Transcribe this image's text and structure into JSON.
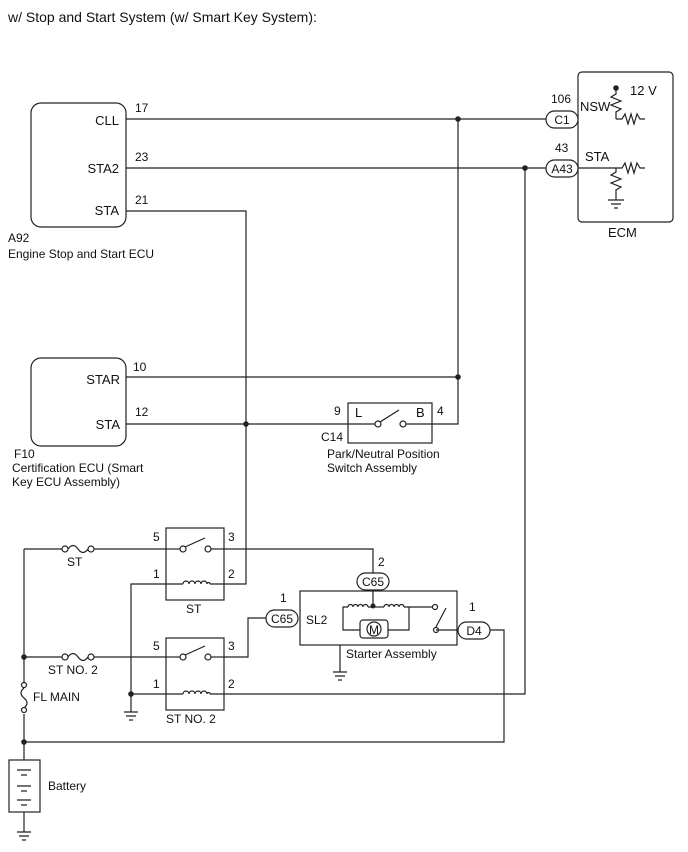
{
  "title": "w/ Stop and Start System (w/ Smart Key System):",
  "components": {
    "a92": {
      "code": "A92",
      "name": "Engine Stop and Start ECU",
      "pins": [
        {
          "label": "CLL",
          "num": "17"
        },
        {
          "label": "STA2",
          "num": "23"
        },
        {
          "label": "STA",
          "num": "21"
        }
      ]
    },
    "ecm": {
      "name": "ECM",
      "supply": "12 V",
      "pins": [
        {
          "label": "NSW",
          "num": "106",
          "connector": "C1"
        },
        {
          "label": "STA",
          "num": "43",
          "connector": "A43"
        }
      ]
    },
    "f10": {
      "code": "F10",
      "name_line1": "Certification ECU (Smart",
      "name_line2": "Key ECU Assembly)",
      "pins": [
        {
          "label": "STAR",
          "num": "10"
        },
        {
          "label": "STA",
          "num": "12"
        }
      ]
    },
    "c14": {
      "code": "C14",
      "name_line1": "Park/Neutral Position",
      "name_line2": "Switch Assembly",
      "pin_l_num": "9",
      "pin_l_label": "L",
      "pin_b_label": "B",
      "pin_b_num": "4"
    },
    "st_relay": {
      "name": "ST",
      "pins": [
        "5",
        "3",
        "1",
        "2"
      ]
    },
    "st2_relay": {
      "name": "ST NO. 2",
      "pins": [
        "5",
        "3",
        "1",
        "2"
      ]
    },
    "starter": {
      "name": "Starter Assembly",
      "sl2": "SL2",
      "motor": "M",
      "conn_top": "C65",
      "conn_top_pin": "2",
      "conn_left": "C65",
      "conn_left_pin": "1",
      "conn_right": "D4",
      "conn_right_pin": "1"
    },
    "fuses": {
      "st": "ST",
      "st_no2": "ST NO. 2",
      "fl_main": "FL MAIN"
    },
    "battery": "Battery"
  }
}
